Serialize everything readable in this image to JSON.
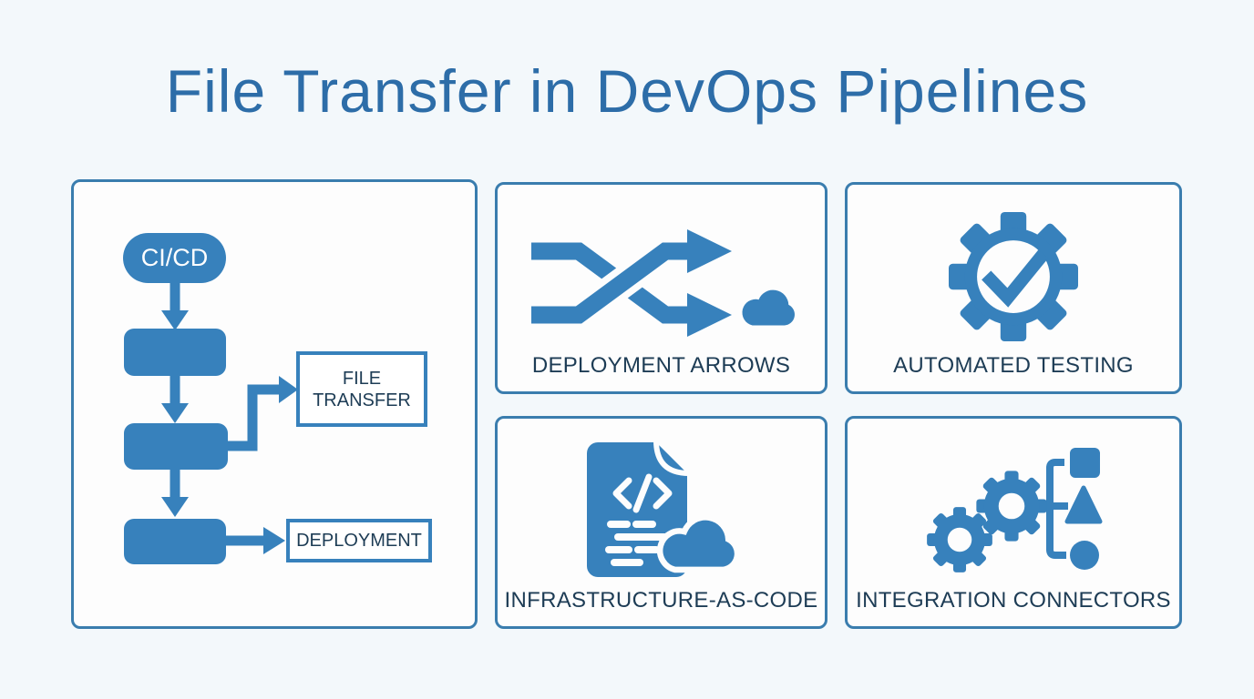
{
  "title": "File Transfer in DevOps Pipelines",
  "colors": {
    "accent": "#3781bc",
    "panel_border": "#3a7dae",
    "dark_text": "#1d3c55",
    "title_text": "#2d6da8",
    "background": "#f3f8fb",
    "panel_background": "#fdfdfd",
    "white": "#ffffff"
  },
  "flowchart": {
    "start_label": "CI/CD",
    "file_transfer_label": "FILE TRANSFER",
    "deployment_label": "DEPLOYMENT"
  },
  "panels": [
    {
      "id": "deployment-arrows",
      "label": "DEPLOYMENT ARROWS",
      "icon": "shuffle-arrows-cloud-icon"
    },
    {
      "id": "automated-testing",
      "label": "AUTOMATED TESTING",
      "icon": "gear-checkmark-icon"
    },
    {
      "id": "infrastructure-as-code",
      "label": "INFRASTRUCTURE-AS-CODE",
      "icon": "code-document-cloud-icon"
    },
    {
      "id": "integration-connectors",
      "label": "INTEGRATION CONNECTORS",
      "icon": "gears-connector-icon"
    }
  ]
}
